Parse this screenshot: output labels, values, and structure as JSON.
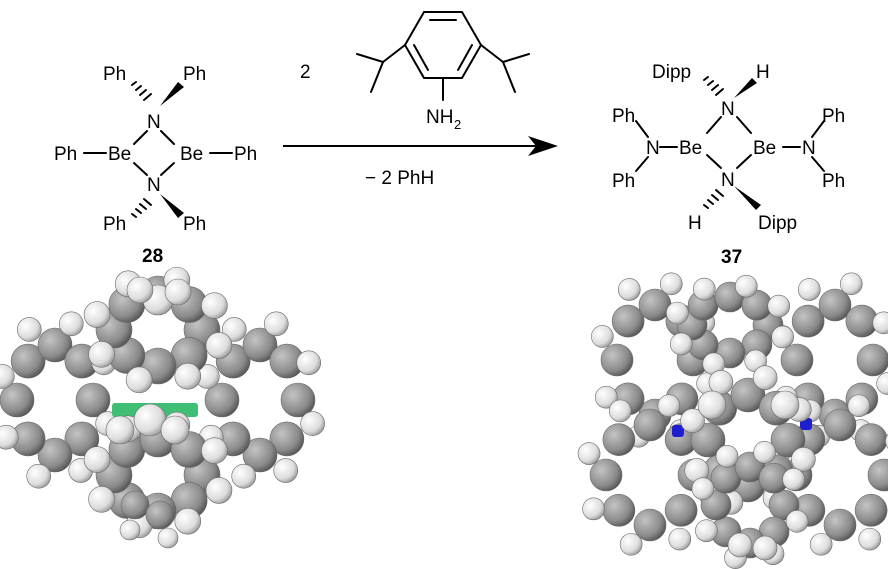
{
  "reaction": {
    "reactant": {
      "compound_number": "28",
      "labels": {
        "ph_tl": "Ph",
        "ph_tr": "Ph",
        "n_top": "N",
        "ph_left": "Ph",
        "be_left": "Be",
        "be_right": "Be",
        "ph_right": "Ph",
        "n_bottom": "N",
        "ph_bl": "Ph",
        "ph_br": "Ph"
      }
    },
    "reagent": {
      "coefficient": "2",
      "amine_label": "NH",
      "amine_subscript": "2"
    },
    "conditions": {
      "byproduct": "− 2 PhH"
    },
    "product": {
      "compound_number": "37",
      "labels": {
        "dipp_top": "Dipp",
        "h_top": "H",
        "n_top": "N",
        "ph_l1": "Ph",
        "ph_l2": "Ph",
        "n_left": "N",
        "be_left": "Be",
        "be_right": "Be",
        "n_right": "N",
        "ph_r1": "Ph",
        "ph_r2": "Ph",
        "n_bottom": "N",
        "h_bottom": "H",
        "dipp_bottom": "Dipp"
      }
    }
  },
  "colors": {
    "beryllium": "#3fbf74",
    "nitrogen": "#1f1fd0",
    "carbon": "#8c8c8c",
    "hydrogen": "#f2f2f2"
  }
}
